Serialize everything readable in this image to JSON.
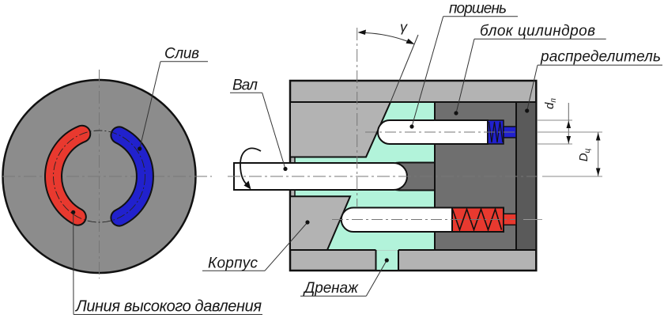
{
  "drawing": {
    "type": "axial-piston-hydraulic-machine-cross-section",
    "labels": {
      "sliv": "Слив",
      "val": "Вал",
      "porshen": "поршень",
      "blok": "блок цилиндров",
      "raspredelitel": "распределитель",
      "korpus": "Корпус",
      "drenazh": "Дренаж",
      "liniya": "Линия высокого давления",
      "gamma": "γ"
    },
    "dimensions": {
      "piston_diameter": {
        "base": "d",
        "sub": "п"
      },
      "cylinder_pitch_diameter": {
        "base": "D",
        "sub": "ц"
      }
    },
    "colors": {
      "housing": "#b3b3b3",
      "cavity": "#b2f3da",
      "block": "#6f6f6f",
      "distributor": "#5a5a5a",
      "end_view_body": "#8c8c8c",
      "high_pressure": "#e8392f",
      "drain_blue": "#2121cd",
      "piston": "#ffffff",
      "outline": "#111111"
    }
  }
}
